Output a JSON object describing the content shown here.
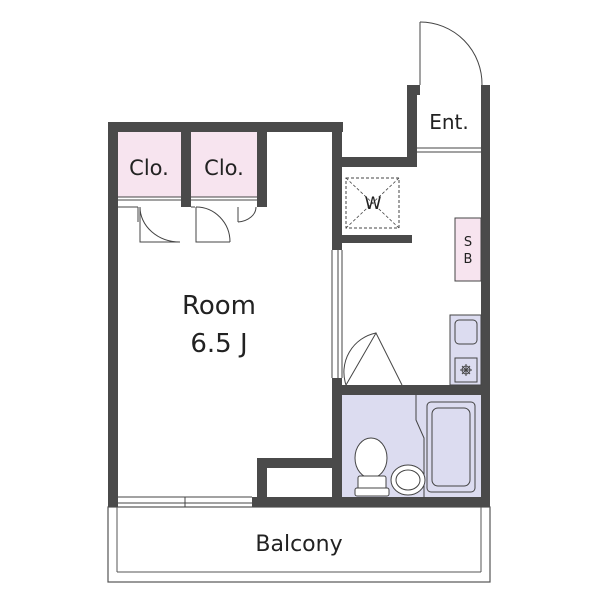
{
  "labels": {
    "closet_1": "Clo.",
    "closet_2": "Clo.",
    "room_name": "Room",
    "room_size": "6.5 J",
    "entrance": "Ent.",
    "washer": "W",
    "shoe_box_top": "S",
    "shoe_box_bottom": "B",
    "balcony": "Balcony"
  },
  "colors": {
    "wall": "#4a4a4a",
    "closet_fill": "#f7e4ef",
    "shoe_box_fill": "#f7e4ef",
    "bathroom_fill": "#dcdcf0",
    "kitchen_fill": "#dcdcf0",
    "line": "#444444"
  }
}
